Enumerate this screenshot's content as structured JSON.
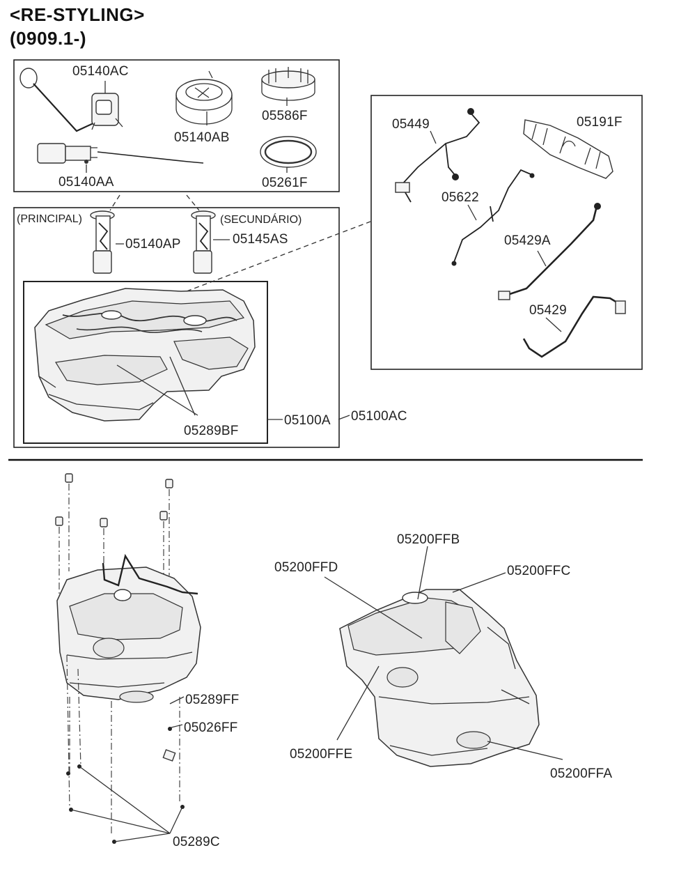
{
  "header": {
    "title_line1": "<RE-STYLING>",
    "title_line2": "(0909.1-)"
  },
  "parts_box_top": {
    "pump_sensor_label": "05140AC",
    "retainer_ring_label": "05140AB",
    "lock_ring_label": "05586F",
    "pump_motor_label": "05140AA",
    "gasket_label": "05261F"
  },
  "sender_box": {
    "main_caption": "(PRINCIPAL)",
    "secondary_caption": "(SECUNDÁRIO)",
    "main_sender_label": "05140AP",
    "secondary_sender_label": "05145AS",
    "tank_strap_label": "05289BF",
    "tank_label_a": "05100A",
    "tank_label_ac": "05100AC"
  },
  "tubes_box": {
    "tube_assy_label": "05449",
    "connector_label": "05191F",
    "harness_label": "05622",
    "vent_hose_a_label": "05429A",
    "vent_hose_label": "05429"
  },
  "bottom_left": {
    "strap_label": "05289FF",
    "bolt_label": "05026FF",
    "strap_bolt_label": "05289C"
  },
  "bottom_right": {
    "guard_b_label": "05200FFB",
    "guard_d_label": "05200FFD",
    "guard_c_label": "05200FFC",
    "guard_e_label": "05200FFE",
    "guard_a_label": "05200FFA"
  }
}
